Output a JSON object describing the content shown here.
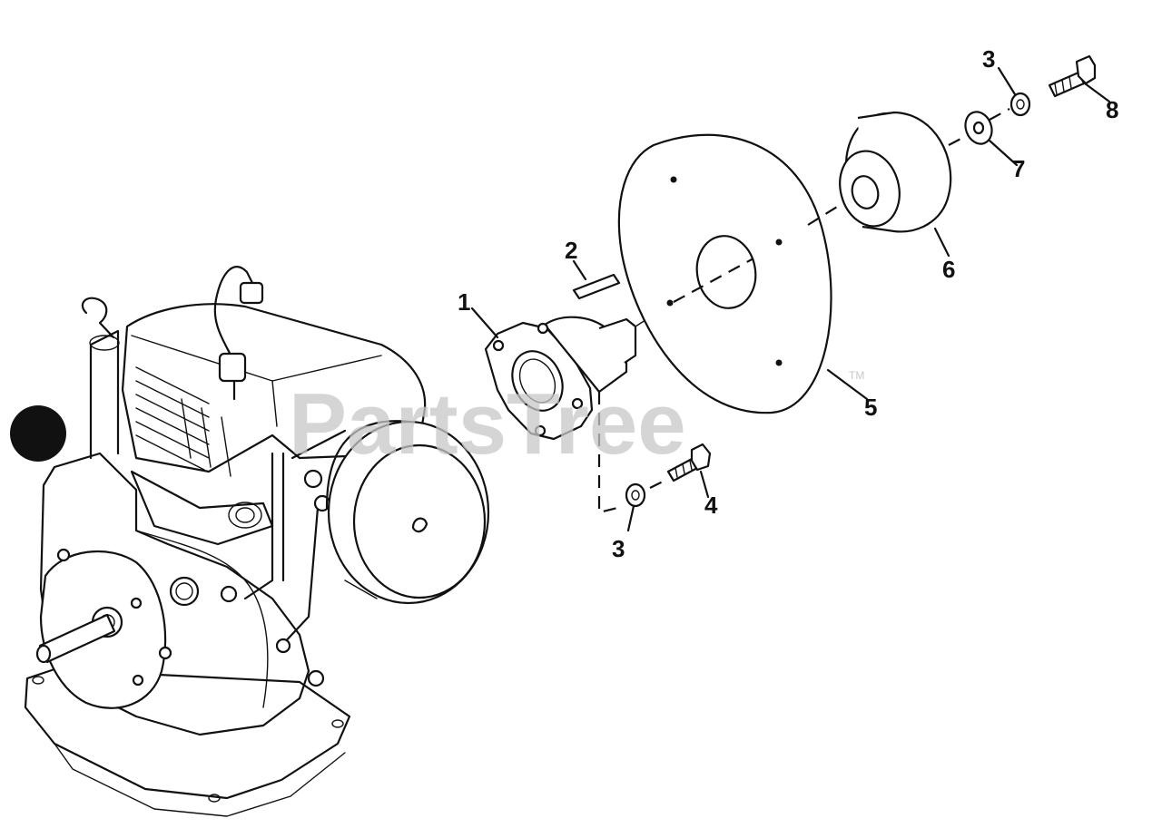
{
  "watermark": {
    "text": "PartsTree",
    "trademark": "TM"
  },
  "callouts": [
    {
      "id": "c1",
      "label": "1"
    },
    {
      "id": "c2",
      "label": "2"
    },
    {
      "id": "c3a",
      "label": "3"
    },
    {
      "id": "c3b",
      "label": "3"
    },
    {
      "id": "c4",
      "label": "4"
    },
    {
      "id": "c5",
      "label": "5"
    },
    {
      "id": "c6",
      "label": "6"
    },
    {
      "id": "c7",
      "label": "7"
    },
    {
      "id": "c8",
      "label": "8"
    }
  ],
  "colors": {
    "line": "#111111",
    "watermark": "#c8c8c8",
    "background": "#ffffff"
  }
}
